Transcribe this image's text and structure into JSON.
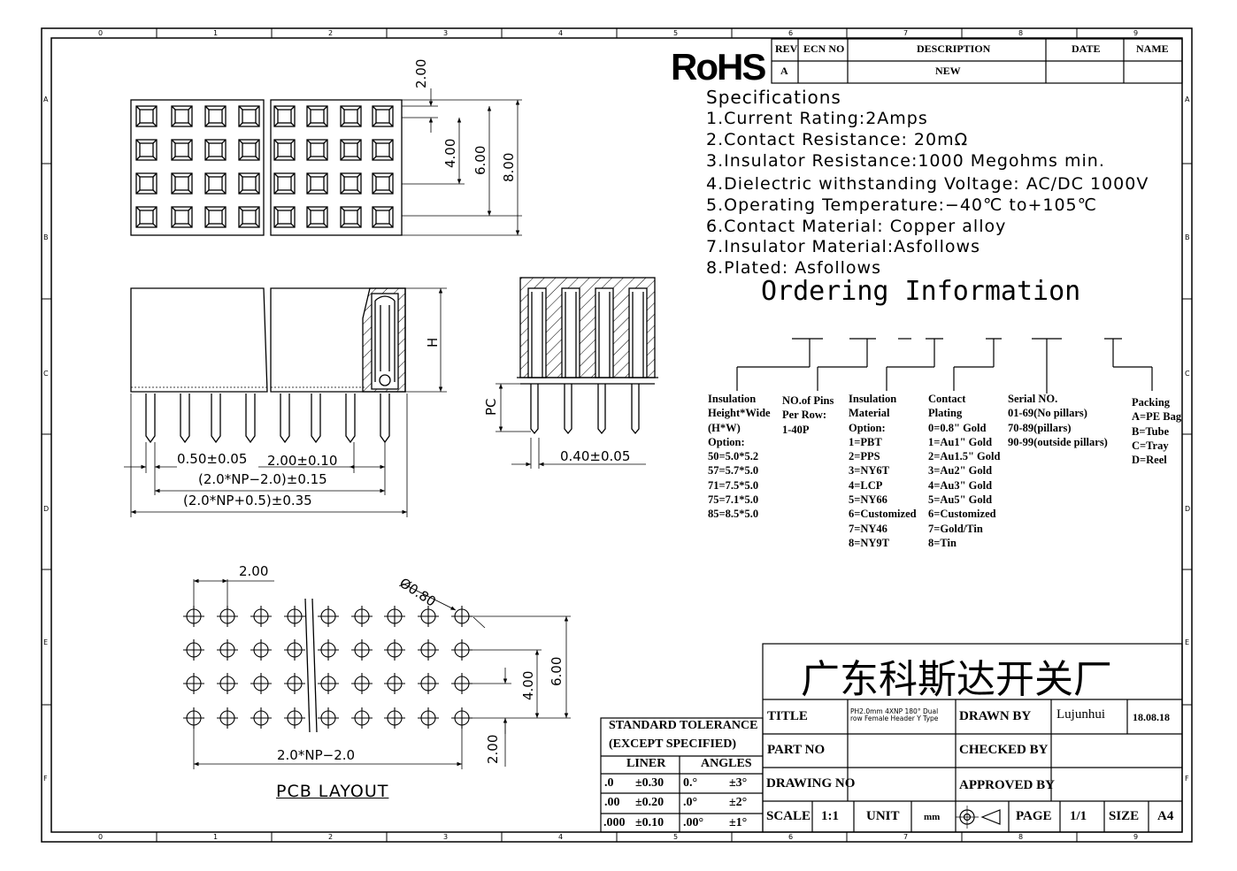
{
  "title_mark": "RoHS",
  "revision": {
    "headers": [
      "REV",
      "ECN NO",
      "DESCRIPTION",
      "DATE",
      "NAME"
    ],
    "row": {
      "rev": "A",
      "description": "NEW"
    }
  },
  "specifications": {
    "heading": "Specifications",
    "items": [
      "1.Current  Rating:2Amps",
      "2.Contact  Resistance:  20mΩ",
      "3.Insulator  Resistance:1000  Megohms  min.",
      "4.Dielectric  withstanding  Voltage:  AC/DC  1000V",
      "5.Operating  Temperature:−40℃  to+105℃",
      "6.Contact  Material:  Copper  alloy",
      "7.Insulator  Material:Asfollows",
      "8.Plated:  Asfollows"
    ]
  },
  "ordering": {
    "heading": "Ordering  Information",
    "columns": [
      {
        "lines": [
          "Insulation",
          "Height*Wide",
          "(H*W)",
          "Option:",
          "50=5.0*5.2",
          "57=5.7*5.0",
          "71=7.5*5.0",
          "75=7.1*5.0",
          "85=8.5*5.0"
        ]
      },
      {
        "lines": [
          "NO.of Pins",
          "Per Row:",
          "1-40P"
        ]
      },
      {
        "lines": [
          "Insulation",
          "Material",
          "Option:",
          "1=PBT",
          "2=PPS",
          "3=NY6T",
          "4=LCP",
          "5=NY66",
          "6=Customized",
          "7=NY46",
          "8=NY9T"
        ]
      },
      {
        "lines": [
          "Contact",
          "Plating",
          "0=0.8\" Gold",
          "1=Au1\" Gold",
          "2=Au1.5\" Gold",
          "3=Au2\" Gold",
          "4=Au3\" Gold",
          "5=Au5\" Gold",
          "6=Customized",
          "7=Gold/Tin",
          "8=Tin"
        ]
      },
      {
        "lines": [
          "Serial NO.",
          "01-69(No pillars)",
          "70-89(pillars)",
          "90-99(outside pillars)"
        ]
      },
      {
        "lines": [
          "Packing",
          "A=PE Bag",
          "B=Tube",
          "C=Tray",
          "D=Reel"
        ]
      }
    ]
  },
  "dimensions": {
    "top_pitch": "2.00",
    "h400": "4.00",
    "h600": "6.00",
    "h800": "8.00",
    "height": "H",
    "pc": "PC",
    "pin_width": "0.50±0.05",
    "pin_pitch": "2.00±0.10",
    "row_len": "(2.0*NP−2.0)±0.15",
    "body_len": "(2.0*NP+0.5)±0.35",
    "side_pin": "0.40±0.05",
    "pcb_pitch": "2.00",
    "pcb_hole": "Ø0.80",
    "pcb_h600": "6.00",
    "pcb_h400": "4.00",
    "pcb_h200": "2.00",
    "pcb_len": "2.0*NP−2.0"
  },
  "pcb_label": "PCB  LAYOUT",
  "tolerance": {
    "title1": "STANDARD  TOLERANCE",
    "title2": "(EXCEPT  SPECIFIED)",
    "col1": "LINER",
    "col2": "ANGLES",
    "rows": [
      [
        ".0",
        "±0.30",
        "0.°",
        "±3°"
      ],
      [
        ".00",
        "±0.20",
        ".0°",
        "±2°"
      ],
      [
        ".000",
        "±0.10",
        ".00°",
        "±1°"
      ]
    ]
  },
  "titleblock": {
    "company": "广东科斯达开关厂",
    "title_label": "TITLE",
    "title_value_1": "PH2.0mm 4XNP 180° Dual",
    "title_value_2": "row Female Header Y Type",
    "drawn_by_label": "DRAWN BY",
    "drawn_by": "Lujunhui",
    "drawn_date": "18.08.18",
    "part_no_label": "PART NO",
    "checked_by_label": "CHECKED BY",
    "drawing_no_label": "DRAWING NO",
    "approved_by_label": "APPROVED BY",
    "scale_label": "SCALE",
    "scale": "1:1",
    "unit_label": "UNIT",
    "unit": "mm",
    "page_label": "PAGE",
    "page": "1/1",
    "size_label": "SIZE",
    "size": "A4"
  },
  "zones": {
    "cols": [
      "0",
      "1",
      "2",
      "3",
      "4",
      "5",
      "6",
      "7",
      "8",
      "9"
    ],
    "rows": [
      "A",
      "B",
      "C",
      "D",
      "E",
      "F"
    ]
  }
}
